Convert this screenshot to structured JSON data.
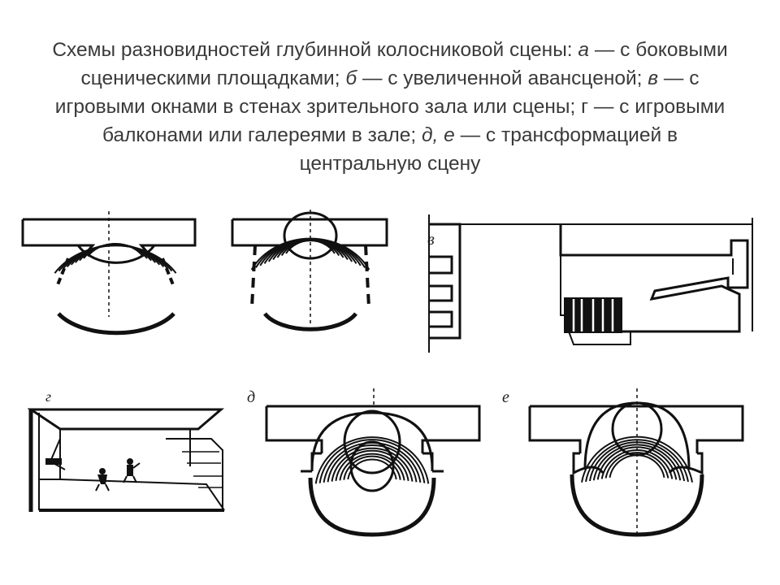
{
  "slide": {
    "caption": {
      "p1": "Схемы разновидностей глубинной колосниковой сцены: ",
      "a": "а",
      "p2": " — с боковыми сценическими площадками; ",
      "b": "б",
      "p3": " — с увеличенной авансценой; ",
      "v": "в",
      "p4": " — с игровыми окнами в стенах зрительного зала или сцены; г — с игровыми балконами или галереями в зале; ",
      "de": "д, е",
      "p5": " — с трансформацией в центральную сцену"
    },
    "figures": {
      "a": {
        "label": ""
      },
      "b": {
        "label": ""
      },
      "v": {
        "label": "в"
      },
      "g": {
        "label": "г"
      },
      "d": {
        "label": "д"
      },
      "e": {
        "label": "е"
      }
    }
  }
}
